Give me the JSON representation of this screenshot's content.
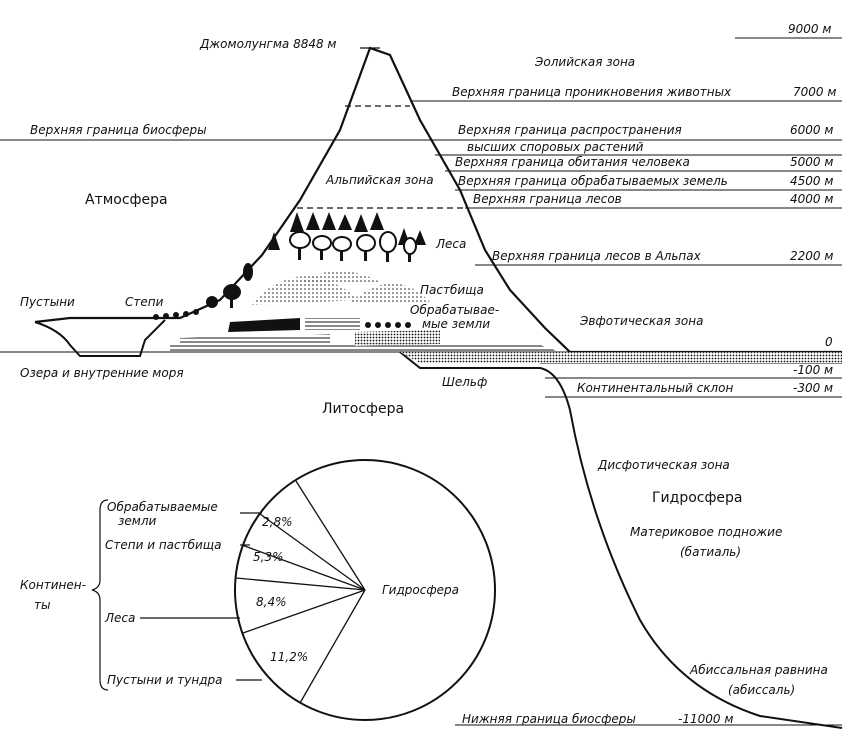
{
  "title_peak": "Джомолунгма 8848 м",
  "zones": {
    "aeolian": "Эолийская зона",
    "alpine": "Альпийская зона",
    "euphotic": "Эвфотическая зона",
    "dysphotic": "Дисфотическая зона"
  },
  "spheres": {
    "atmosphere": "Атмосфера",
    "lithosphere": "Литосфера",
    "hydrosphere": "Гидросфера"
  },
  "levels": [
    {
      "label": "",
      "value": "9000 м"
    },
    {
      "label": "Верхняя граница проникновения животных",
      "value": "7000 м"
    },
    {
      "label": "Верхняя граница распространения",
      "value": "6000 м"
    },
    {
      "label": "высших споровых растений",
      "value": ""
    },
    {
      "label": "Верхняя граница обитания человека",
      "value": "5000 м"
    },
    {
      "label": "Верхняя граница обрабатываемых земель",
      "value": "4500 м"
    },
    {
      "label": "Верхняя граница лесов",
      "value": "4000 м"
    },
    {
      "label": "Верхняя граница лесов в Альпах",
      "value": "2200 м"
    },
    {
      "label": "",
      "value": "0"
    },
    {
      "label": "",
      "value": "-100 м"
    },
    {
      "label": "Континентальный склон",
      "value": "-300 м"
    },
    {
      "label": "Нижняя граница биосферы",
      "value": "-11000 м"
    }
  ],
  "left_labels": {
    "biosphere_top": "Верхняя граница биосферы",
    "deserts": "Пустыни",
    "steppes": "Степи",
    "lakes": "Озера и внутренние моря"
  },
  "land_labels": {
    "forests": "Леса",
    "pastures": "Пастбища",
    "cultivated_1": "Обрабатывае-",
    "cultivated_2": "мые земли",
    "shelf": "Шельф"
  },
  "ocean_labels": {
    "continental_rise_1": "Материковое подножие",
    "continental_rise_2": "(батиаль)",
    "abyssal_1": "Абиссальная равнина",
    "abyssal_2": "(абиссаль)"
  },
  "pie": {
    "continents_1": "Континен-",
    "continents_2": "ты",
    "hydrosphere_label": "Гидросфера",
    "categories": [
      {
        "name_1": "Обрабатываемые",
        "name_2": "земли",
        "value": "2,8%"
      },
      {
        "name_1": "Степи и пастбища",
        "name_2": "",
        "value": "5,3%"
      },
      {
        "name_1": "Леса",
        "name_2": "",
        "value": "8,4%"
      },
      {
        "name_1": "Пустыни и тундра",
        "name_2": "",
        "value": "11,2%"
      }
    ]
  }
}
